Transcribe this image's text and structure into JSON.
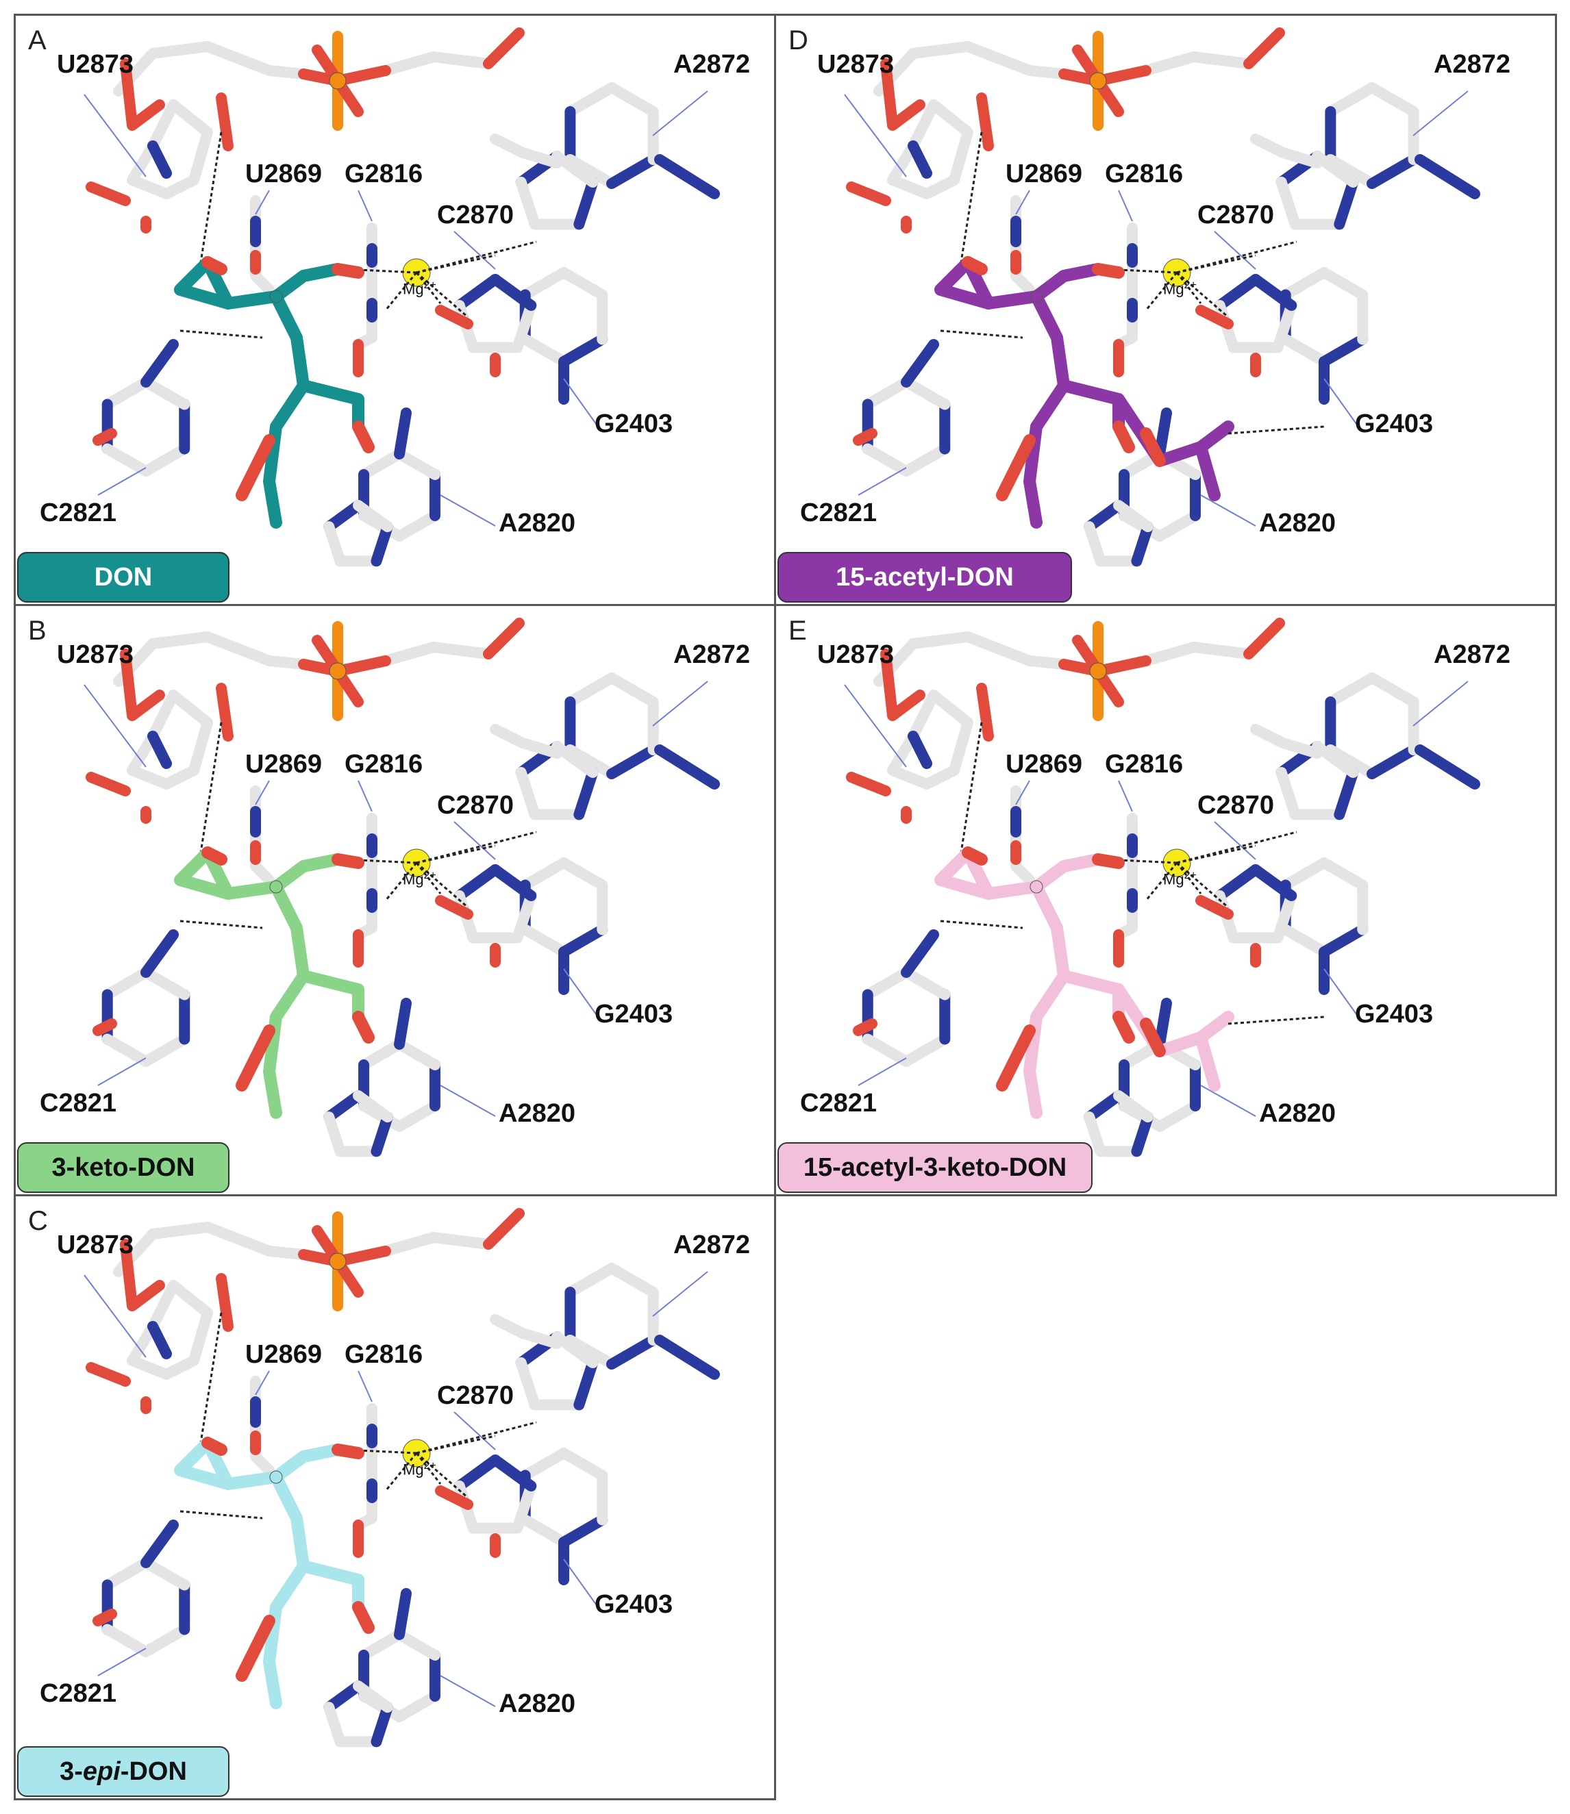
{
  "panels": [
    {
      "id": "A",
      "ligand": "DON",
      "ligand_color": "#15908f",
      "badge_text_color": "#ffffff",
      "acetyl": false,
      "mg_label": "Mg",
      "mg_charge": "2+",
      "residues": {
        "u2873": "U2873",
        "a2872": "A2872",
        "u2869": "U2869",
        "g2816": "G2816",
        "c2870": "C2870",
        "g2403": "G2403",
        "c2821": "C2821",
        "a2820": "A2820"
      }
    },
    {
      "id": "B",
      "ligand": "3-keto-DON",
      "ligand_color": "#8ad48a",
      "badge_text_color": "#111111",
      "acetyl": false,
      "mg_label": "Mg",
      "mg_charge": "2+",
      "residues": {
        "u2873": "U2873",
        "a2872": "A2872",
        "u2869": "U2869",
        "g2816": "G2816",
        "c2870": "C2870",
        "g2403": "G2403",
        "c2821": "C2821",
        "a2820": "A2820"
      }
    },
    {
      "id": "C",
      "ligand_prefix": "3-",
      "ligand_italic": "epi",
      "ligand_suffix": "-DON",
      "ligand_color": "#a9e6ec",
      "badge_text_color": "#111111",
      "acetyl": false,
      "mg_label": "Mg",
      "mg_charge": "2+",
      "residues": {
        "u2873": "U2873",
        "a2872": "A2872",
        "u2869": "U2869",
        "g2816": "G2816",
        "c2870": "C2870",
        "g2403": "G2403",
        "c2821": "C2821",
        "a2820": "A2820"
      }
    },
    {
      "id": "D",
      "ligand": "15-acetyl-DON",
      "ligand_color": "#8c37a6",
      "badge_text_color": "#ffffff",
      "acetyl": true,
      "mg_label": "Mg",
      "mg_charge": "2+",
      "residues": {
        "u2873": "U2873",
        "a2872": "A2872",
        "u2869": "U2869",
        "g2816": "G2816",
        "c2870": "C2870",
        "g2403": "G2403",
        "c2821": "C2821",
        "a2820": "A2820"
      }
    },
    {
      "id": "E",
      "ligand": "15-acetyl-3-keto-DON",
      "ligand_color": "#f3c0dc",
      "badge_text_color": "#111111",
      "acetyl": true,
      "mg_label": "Mg",
      "mg_charge": "2+",
      "residues": {
        "u2873": "U2873",
        "a2872": "A2872",
        "u2869": "U2869",
        "g2816": "G2816",
        "c2870": "C2870",
        "g2403": "G2403",
        "c2821": "C2821",
        "a2820": "A2820"
      }
    }
  ],
  "colors": {
    "carbon": "#e4e4e4",
    "nitrogen": "#2b3a9e",
    "oxygen": "#e24a3c",
    "phosphorus": "#f28c12",
    "magnesium": "#f7ea19",
    "leader": "#6f7fd8",
    "hbond": "#222222"
  }
}
